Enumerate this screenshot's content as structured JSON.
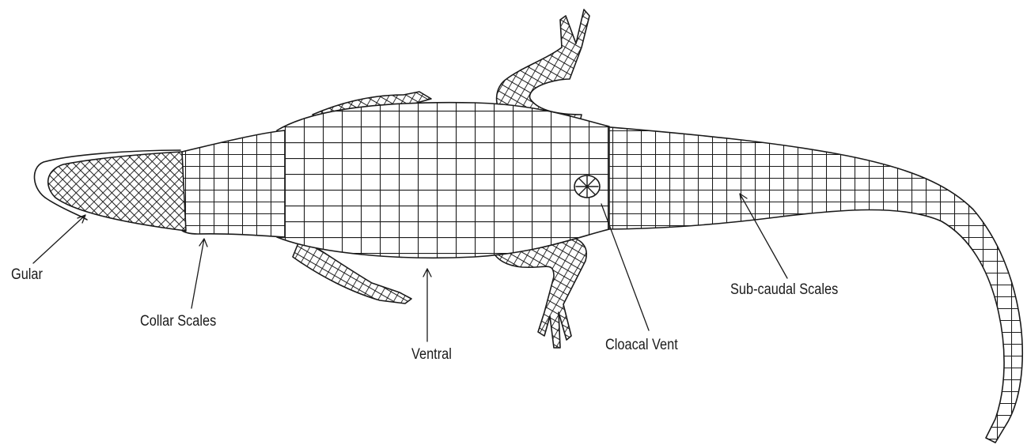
{
  "figure": {
    "labels": {
      "gular": "Gular",
      "collar_scales": "Collar Scales",
      "ventral": "Ventral",
      "cloacal_vent": "Cloacal Vent",
      "sub_caudal_scales": "Sub-caudal Scales"
    },
    "colors": {
      "ink": "#1a1a1a",
      "paper": "#ffffff"
    }
  }
}
